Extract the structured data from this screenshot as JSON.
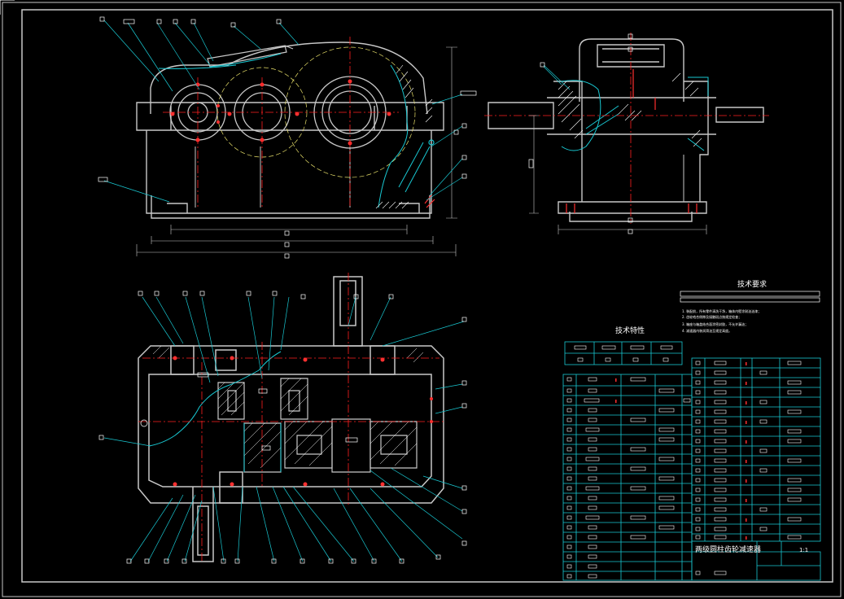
{
  "drawing": {
    "background": "#000000",
    "colors": {
      "outline": "#c8c8c8",
      "centerline": "#ff2020",
      "leader": "#19c8d2",
      "hatch": "#ffffff",
      "gear_pitch": "#e8e06a",
      "table_line": "#19c8d2",
      "text": "#ffffff"
    },
    "views": [
      "front-view",
      "side-view",
      "top-view"
    ],
    "tech_char_title": "技术特性",
    "tech_req_title": "技术要求",
    "tech_req_lines": [
      "1. 装配前，所有零件清洗干净，箱体内壁涂耐油油漆；",
      "2. 齿轮啮合侧隙及接触斑点按规定检查；",
      "3. 箱座与箱盖结合面涂密封胶，不允许漏油；",
      "4. 减速器内装润滑油至规定高度。"
    ],
    "title_block_name": "两级圆柱齿轮减速器",
    "title_block_scale": "1:1"
  }
}
